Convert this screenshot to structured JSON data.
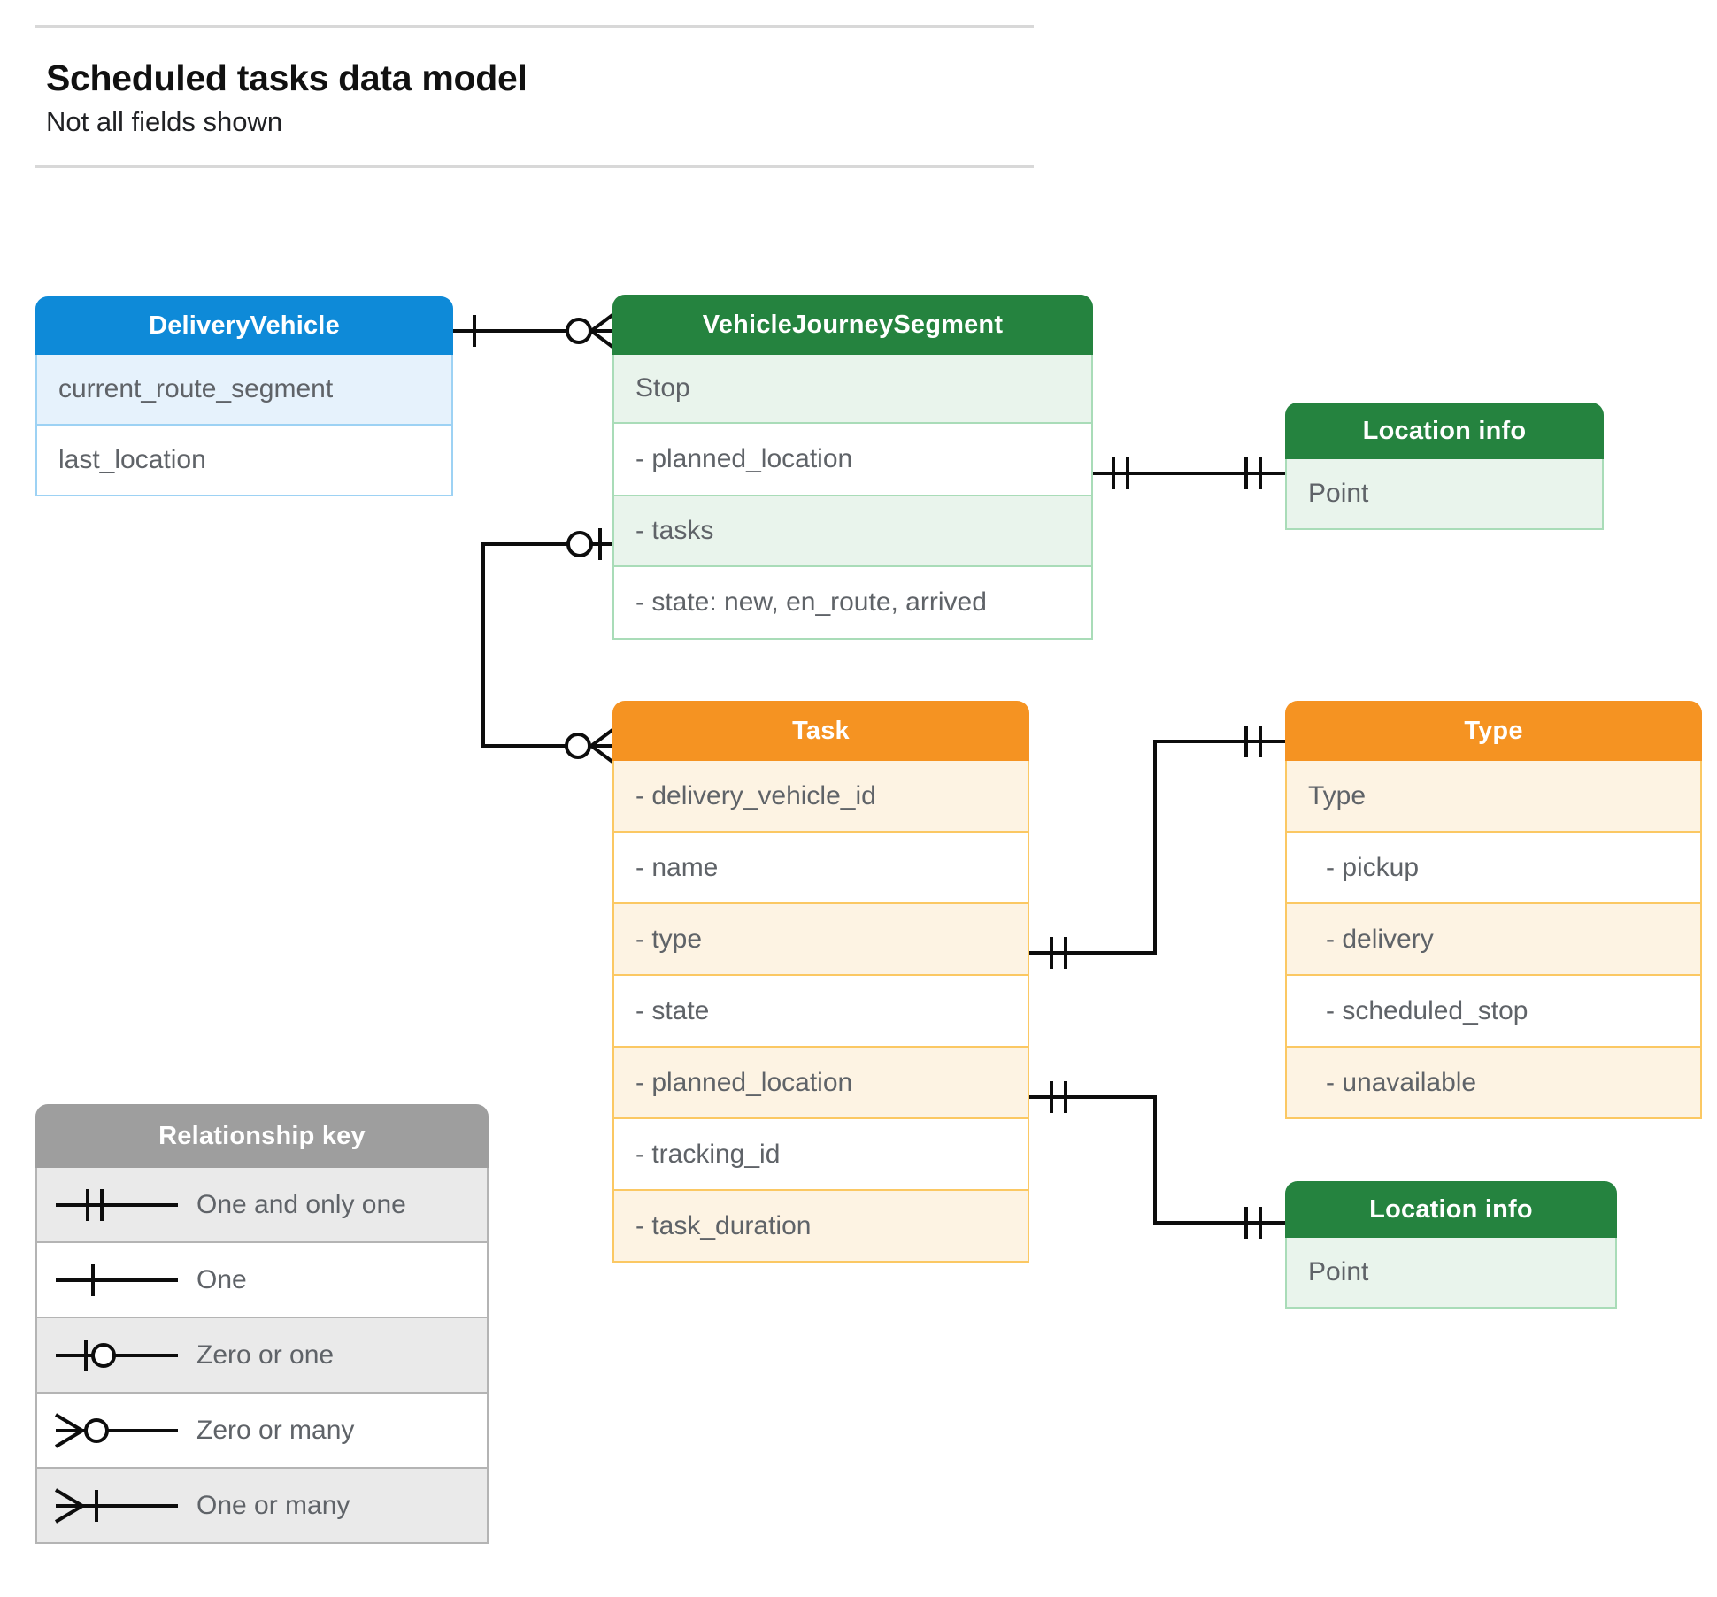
{
  "header": {
    "title": "Scheduled tasks data model",
    "subtitle": "Not all fields shown"
  },
  "colors": {
    "blue_header": "#0e8ad8",
    "blue_row": "#e6f2fc",
    "green_header": "#25833f",
    "green_row": "#e9f4ec",
    "orange_header": "#f59322",
    "orange_row": "#fdf3e3",
    "gray_header": "#9e9e9e",
    "gray_row": "#eaeaea",
    "text": "#5f6368",
    "line": "#0d0d0d"
  },
  "entities": {
    "delivery_vehicle": {
      "title": "DeliveryVehicle",
      "rows": [
        {
          "label": "current_route_segment"
        },
        {
          "label": "last_location"
        }
      ]
    },
    "vehicle_journey_segment": {
      "title": "VehicleJourneySegment",
      "rows": [
        {
          "label": "Stop"
        },
        {
          "label": "-  planned_location"
        },
        {
          "label": "- tasks"
        },
        {
          "label": "- state: new, en_route, arrived"
        }
      ]
    },
    "location_info_top": {
      "title": "Location info",
      "rows": [
        {
          "label": "Point"
        }
      ]
    },
    "task": {
      "title": "Task",
      "rows": [
        {
          "label": "- delivery_vehicle_id"
        },
        {
          "label": "- name"
        },
        {
          "label": "- type"
        },
        {
          "label": "- state"
        },
        {
          "label": "- planned_location"
        },
        {
          "label": "- tracking_id"
        },
        {
          "label": "- task_duration"
        }
      ]
    },
    "type": {
      "title": "Type",
      "rows": [
        {
          "label": "Type"
        },
        {
          "label": "-   pickup"
        },
        {
          "label": "-   delivery"
        },
        {
          "label": "-   scheduled_stop"
        },
        {
          "label": "-   unavailable"
        }
      ]
    },
    "location_info_bottom": {
      "title": "Location info",
      "rows": [
        {
          "label": "Point"
        }
      ]
    }
  },
  "legend": {
    "title": "Relationship key",
    "items": [
      {
        "symbol": "one-and-only-one-icon",
        "label": "One and only one"
      },
      {
        "symbol": "one-icon",
        "label": "One"
      },
      {
        "symbol": "zero-or-one-icon",
        "label": "Zero or one"
      },
      {
        "symbol": "zero-or-many-icon",
        "label": "Zero or many"
      },
      {
        "symbol": "one-or-many-icon",
        "label": "One or many"
      }
    ]
  },
  "relationships": [
    {
      "from": "DeliveryVehicle",
      "from_cardinality": "One",
      "to": "VehicleJourneySegment",
      "to_cardinality": "Zero or many"
    },
    {
      "from": "VehicleJourneySegment.- tasks",
      "from_cardinality": "Zero or one",
      "to": "Task",
      "to_cardinality": "Zero or many"
    },
    {
      "from": "VehicleJourneySegment.-  planned_location",
      "from_cardinality": "One and only one",
      "to": "Location info",
      "to_cardinality": "One and only one"
    },
    {
      "from": "Task.- type",
      "from_cardinality": "One and only one",
      "to": "Type",
      "to_cardinality": "One and only one"
    },
    {
      "from": "Task.- planned_location",
      "from_cardinality": "One and only one",
      "to": "Location info",
      "to_cardinality": "One and only one"
    }
  ]
}
